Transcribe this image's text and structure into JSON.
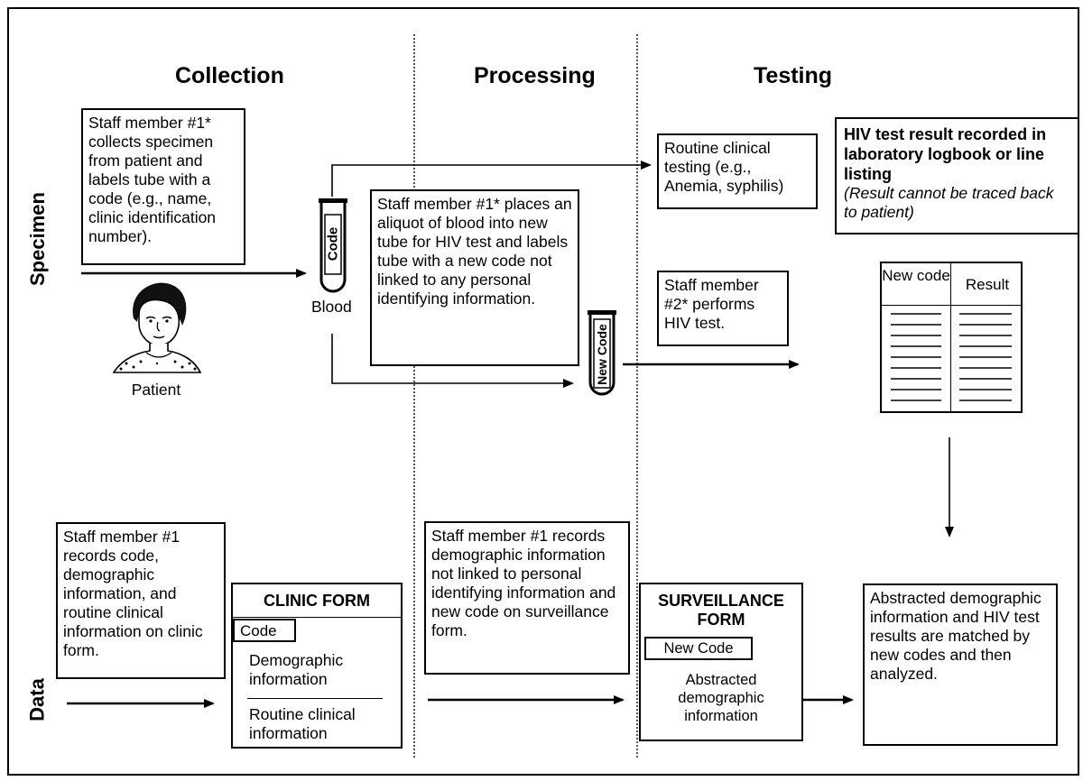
{
  "columns": {
    "collection": "Collection",
    "processing": "Processing",
    "testing": "Testing"
  },
  "rows": {
    "specimen": "Specimen",
    "data": "Data"
  },
  "specimen": {
    "collect_box": "Staff member #1* collects specimen from patient and labels tube with a code (e.g., name, clinic identification number).",
    "patient_label": "Patient",
    "tube_code_label": "Code",
    "blood_label": "Blood",
    "routine_testing_box": "Routine clinical testing (e.g., Anemia, syphilis)",
    "aliquot_box": "Staff member #1* places an aliquot of blood into new tube for HIV test and labels tube with a new code not linked to any personal identifying information.",
    "new_tube_label": "New Code",
    "performs_box": "Staff member #2* performs HIV test.",
    "result_box_bold": "HIV test result recorded in laboratory logbook or line listing",
    "result_box_italic": "(Result cannot be traced back to patient)",
    "logbook_col1": "New code",
    "logbook_col2": "Result"
  },
  "data": {
    "records_box": "Staff member #1 records code, demographic information, and routine clinical information on clinic form.",
    "clinic_form": {
      "title": "CLINIC FORM",
      "code": "Code",
      "demographic": "Demographic information",
      "routine": "Routine clinical information"
    },
    "surveillance_text_box": "Staff member #1 records demographic information not linked to personal identifying information and new code on surveillance form.",
    "surveillance_form": {
      "title": "SURVEILLANCE FORM",
      "new_code": "New Code",
      "abstracted": "Abstracted demographic information"
    },
    "analysis_box": "Abstracted demographic information and HIV test results are matched by new codes and then analyzed."
  }
}
